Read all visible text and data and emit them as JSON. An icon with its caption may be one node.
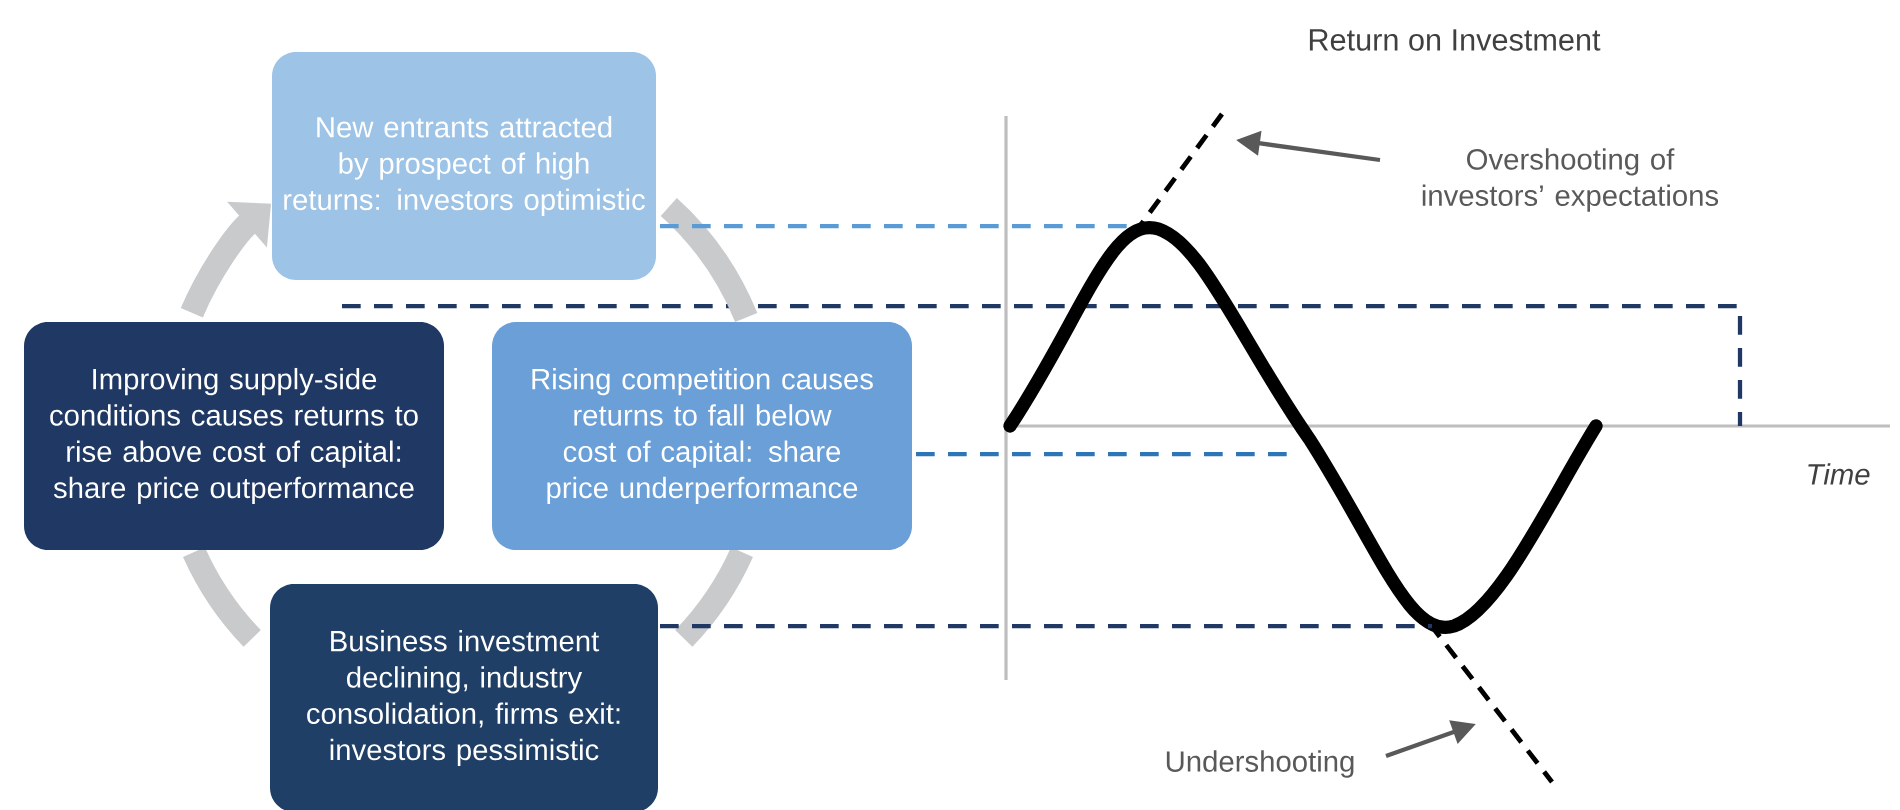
{
  "diagram": {
    "title": "Return on Investment",
    "nodes": [
      {
        "text": [
          "New entrants attracted by prospect of high returns: investors optimistic"
        ]
      },
      {
        "text": [
          "Improving supply-side conditions causes returns to rise above cost of capital: share price outperformance"
        ]
      },
      {
        "text": [
          "Rising competition causes returns to fall below cost of capital: share price underperformance"
        ]
      },
      {
        "text": [
          "Business investment declining, industry consolidation, firms exit: investors pessimistic"
        ]
      },
      {
        "text": [
          "Overshooting of investors’ expectations"
        ]
      },
      {
        "text": [
          "Undershooting"
        ]
      }
    ],
    "edges": [
      {
        "from": 0,
        "to": 2,
        "arrow": "none",
        "style": "thick",
        "color": "#c9cacc"
      },
      {
        "from": 2,
        "to": 3,
        "arrow": "none",
        "style": "thick",
        "color": "#c9cacc"
      },
      {
        "from": 3,
        "to": 1,
        "arrow": "none",
        "style": "thick",
        "color": "#c9cacc"
      },
      {
        "from": 1,
        "to": 0,
        "arrow": "to",
        "style": "thick",
        "color": "#c9cacc"
      },
      {
        "from": 0,
        "to": null,
        "arrow": "none",
        "style": "dashed",
        "color": "#5b9bd5"
      },
      {
        "from": 2,
        "to": null,
        "arrow": "none",
        "style": "dashed",
        "color": "#2e75b6"
      },
      {
        "from": 3,
        "to": null,
        "arrow": "none",
        "style": "dashed",
        "color": "#1f3864"
      },
      {
        "from": 4,
        "to": null,
        "arrow": "to",
        "color": "#595959"
      },
      {
        "from": 5,
        "to": null,
        "arrow": "to",
        "color": "#595959"
      }
    ],
    "labels": [
      "Time"
    ]
  }
}
